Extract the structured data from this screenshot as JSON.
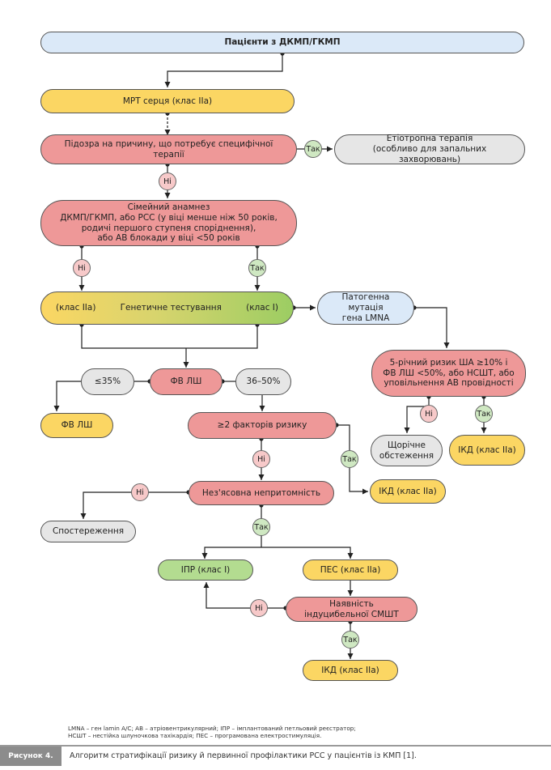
{
  "nodes": {
    "patients": "Пацієнти з ДКМП/ГКМП",
    "mri": "МРТ серця (клас IIa)",
    "suspicion": "Підозра на причину, що потребує специфічної терапії",
    "etiotropic_line1": "Етіотропна терапія",
    "etiotropic_line2": "(особливо для запальних захворювань)",
    "family_line1": "Сімейний анамнез",
    "family_line2": "ДКМП/ГКМП, або РСС (у віці менше ніж 50 років,",
    "family_line3": "родичі першого ступеня споріднення),",
    "family_line4": "або АВ блокади у віці <50 років",
    "genetic_left": "(клас IIa)",
    "genetic_center": "Генетичне тестування",
    "genetic_right": "(клас I)",
    "lmna_line1": "Патогенна мутація",
    "lmna_line2": "гена LMNA",
    "risk5_line1": "5-річний ризик ША ≥10% і",
    "risk5_line2": "ФВ ЛШ <50%, або НСШТ, або",
    "risk5_line3": "уповільнення АВ провідності",
    "lvef": "ФВ ЛШ",
    "le35": "≤35%",
    "range3650": "36–50%",
    "lvef_result": "ФВ ЛШ",
    "factors": "≥2 факторів ризику",
    "annual_line1": "Щорічне",
    "annual_line2": "обстеження",
    "icd_lmna": "ІКД (клас IIa)",
    "icd_factors": "ІКД (клас IIa)",
    "syncope": "Нез'ясовна непритомність",
    "observation": "Спостереження",
    "ilr": "ІПР (клас I)",
    "pes": "ПЕС (клас IIa)",
    "inducible_line1": "Наявність",
    "inducible_line2": "індуцибельної СМШТ",
    "icd_final": "ІКД (клас IIa)"
  },
  "badges": {
    "yes": "Так",
    "no": "Ні"
  },
  "legend": {
    "line1": "LMNA – ген lamin A/C; АВ – атріовентрикулярний; ІПР – імплантований петльовий реєстратор;",
    "line2": "НСШТ – нестійка шлуночкова тахікардія; ПЕС – програмована електростимуляція."
  },
  "caption": {
    "label": "Рисунок 4.",
    "text": "Алгоритм стратифікації ризику й первинної профілактики РСС у пацієнтів із КМП [1]."
  },
  "colors": {
    "start": "#dbe9f8",
    "class_iia": "#fbd663",
    "decision": "#ee9898",
    "neutral": "#e6e6e6",
    "class_i": "#b3dc90"
  }
}
